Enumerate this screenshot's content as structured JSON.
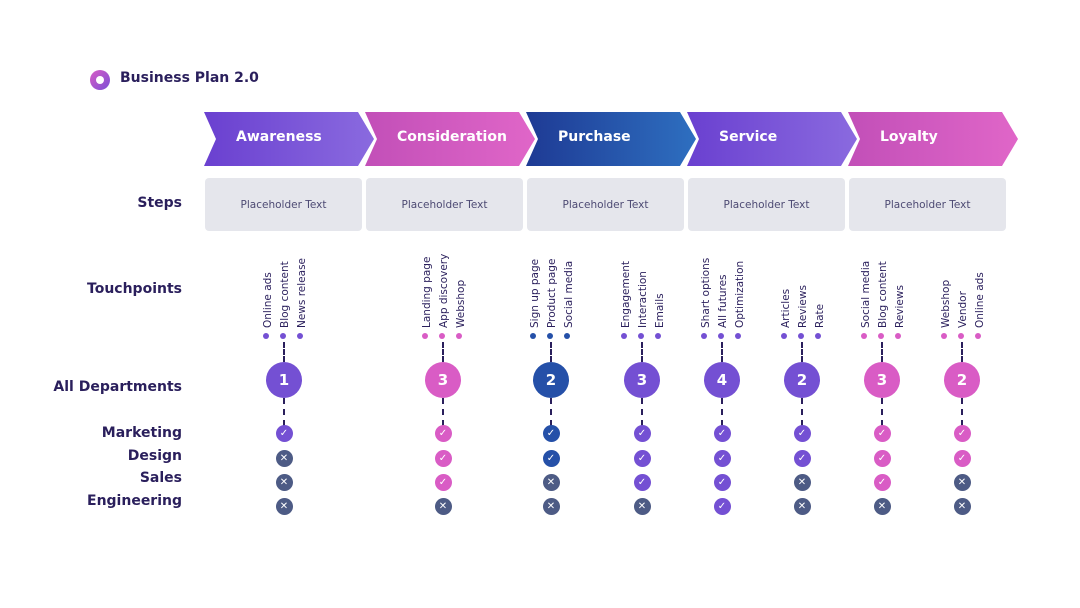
{
  "header": {
    "title": "Business Plan 2.0"
  },
  "row_labels": {
    "steps": "Steps",
    "touchpoints": "Touchpoints",
    "all_departments": "All Departments",
    "departments": [
      "Marketing",
      "Design",
      "Sales",
      "Engineering"
    ]
  },
  "colors": {
    "purple": "#7450d3",
    "pink": "#d95cc5",
    "blue": "#2550a8",
    "cross": "#4d5b85"
  },
  "stages": [
    {
      "label": "Awareness",
      "color_from": "#6a40d0",
      "color_to": "#8a6adf"
    },
    {
      "label": "Consideration",
      "color_from": "#c24fb8",
      "color_to": "#e066c8"
    },
    {
      "label": "Purchase",
      "color_from": "#1e3a94",
      "color_to": "#2e6fc0"
    },
    {
      "label": "Service",
      "color_from": "#6a40d0",
      "color_to": "#8a6adf"
    },
    {
      "label": "Loyalty",
      "color_from": "#c24fb8",
      "color_to": "#e066c8"
    }
  ],
  "steps": [
    "Placeholder Text",
    "Placeholder Text",
    "Placeholder Text",
    "Placeholder Text",
    "Placeholder Text"
  ],
  "touchpoint_groups": [
    {
      "items": [
        "Online ads",
        "Blog content",
        "News release"
      ],
      "count": "1",
      "theme": "purple",
      "departments": [
        "check",
        "cross",
        "cross",
        "cross"
      ]
    },
    {
      "items": [
        "Landing page",
        "App discovery",
        "Webshop"
      ],
      "count": "3",
      "theme": "pink",
      "departments": [
        "check",
        "check",
        "check",
        "cross"
      ]
    },
    {
      "items": [
        "Sign up page",
        "Product page",
        "Social media"
      ],
      "count": "2",
      "theme": "blue",
      "departments": [
        "check",
        "check",
        "cross",
        "cross"
      ]
    },
    {
      "items": [
        "Engagement",
        "Interaction",
        "Emails"
      ],
      "count": "3",
      "theme": "purple",
      "departments": [
        "check",
        "check",
        "check",
        "cross"
      ]
    },
    {
      "items": [
        "Shart options",
        "All futures",
        "Optimization"
      ],
      "count": "4",
      "theme": "purple",
      "departments": [
        "check",
        "check",
        "check",
        "check"
      ]
    },
    {
      "items": [
        "Articles",
        "Reviews",
        "Rate"
      ],
      "count": "2",
      "theme": "purple",
      "departments": [
        "check",
        "check",
        "cross",
        "cross"
      ]
    },
    {
      "items": [
        "Social media",
        "Blog content",
        "Reviews"
      ],
      "count": "3",
      "theme": "pink",
      "departments": [
        "check",
        "check",
        "check",
        "cross"
      ]
    },
    {
      "items": [
        "Webshop",
        "Vendor",
        "Online ads"
      ],
      "count": "2",
      "theme": "pink",
      "departments": [
        "check",
        "check",
        "cross",
        "cross"
      ]
    }
  ]
}
